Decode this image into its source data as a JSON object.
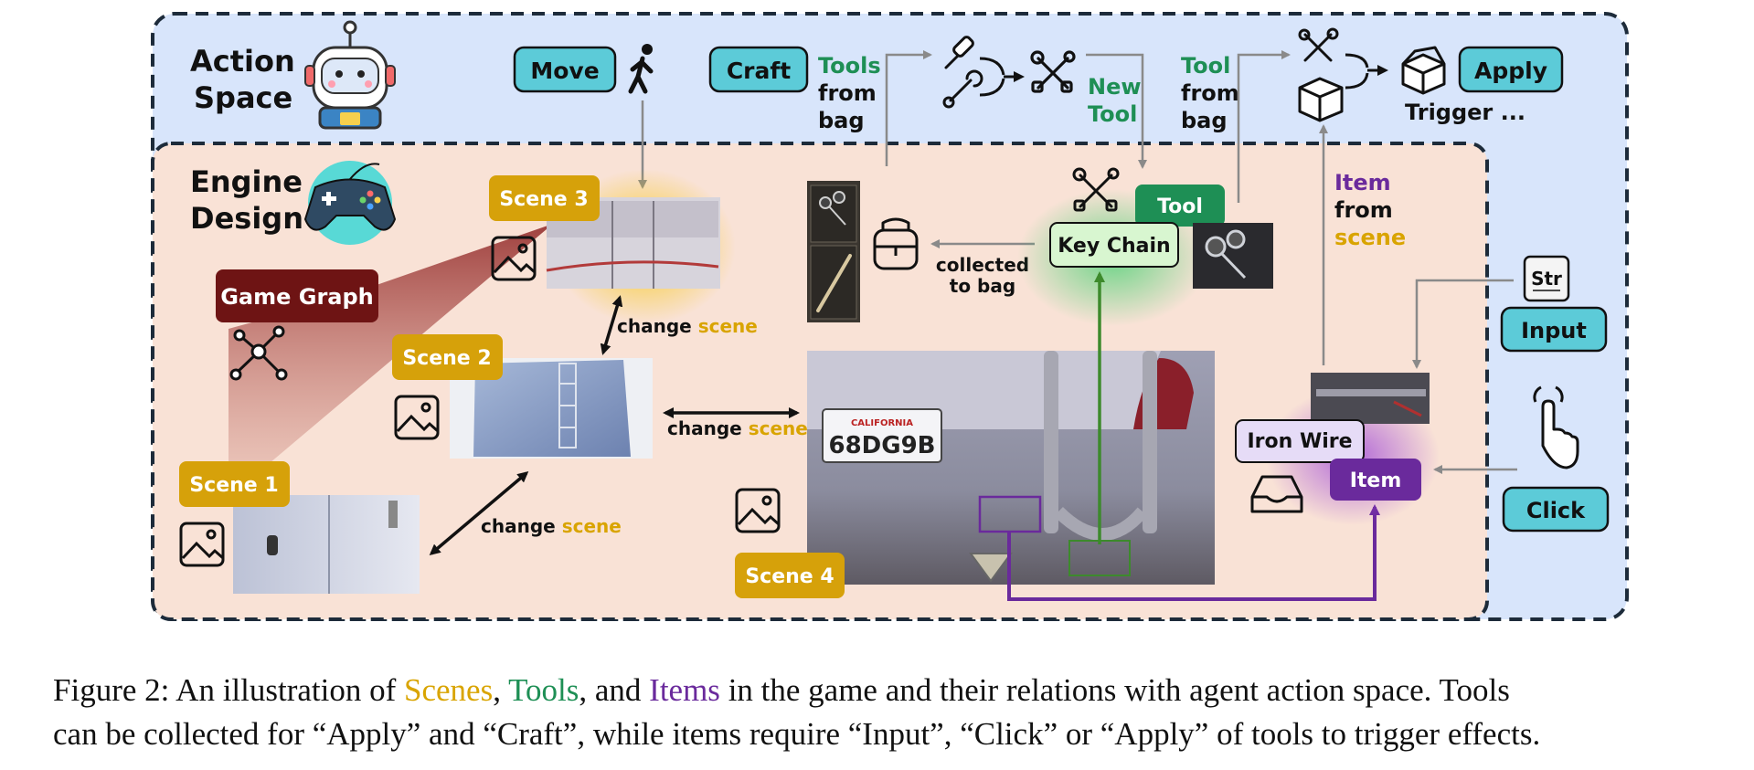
{
  "panels": {
    "action_space_title": [
      "Action",
      "Space"
    ],
    "engine_design_title": [
      "Engine",
      "Design"
    ]
  },
  "actions": {
    "move": "Move",
    "craft": "Craft",
    "apply": "Apply",
    "input": "Input",
    "click": "Click"
  },
  "labels": {
    "tools_from_bag": [
      "Tools",
      "from",
      "bag"
    ],
    "new_tool": [
      "New",
      "Tool"
    ],
    "tool_from_bag": [
      "Tool",
      "from",
      "bag"
    ],
    "trigger": "Trigger ...",
    "item_from_scene": [
      "Item",
      "from",
      "scene"
    ],
    "collected_to_bag": [
      "collected",
      "to bag"
    ],
    "change": "change",
    "scene_word": "scene",
    "str_key": "Str"
  },
  "nodes": {
    "game_graph": "Game Graph",
    "scene1": "Scene 1",
    "scene2": "Scene 2",
    "scene3": "Scene 3",
    "scene4": "Scene 4",
    "tool_tag": "Tool",
    "key_chain": "Key Chain",
    "iron_wire": "Iron Wire",
    "item_tag": "Item",
    "license_plate": "68DG9B",
    "plate_state": "CALIFORNIA"
  },
  "caption": {
    "figure_label": "Figure 2:",
    "pre": " An illustration of ",
    "scenes": "Scenes",
    "comma1": ", ",
    "tools": "Tools",
    "and": ", and ",
    "items": "Items",
    "rest1": " in the game and their relations with agent action space. Tools",
    "line2": "can be collected for “Apply” and “Craft”, while items require “Input”, “Click” or “Apply” of tools to trigger effects."
  },
  "colors": {
    "action_bg": "#d8e5fb",
    "engine_bg": "#f9e2d6",
    "action_button": "#5ccbd8",
    "scene_tag": "#d6a10a",
    "game_graph": "#6e1414",
    "tool_green": "#1e8f55",
    "item_purple": "#6a2a9c",
    "key_chain_bg": "#d8f6d0",
    "iron_wire_bg": "#e6dcf7"
  }
}
